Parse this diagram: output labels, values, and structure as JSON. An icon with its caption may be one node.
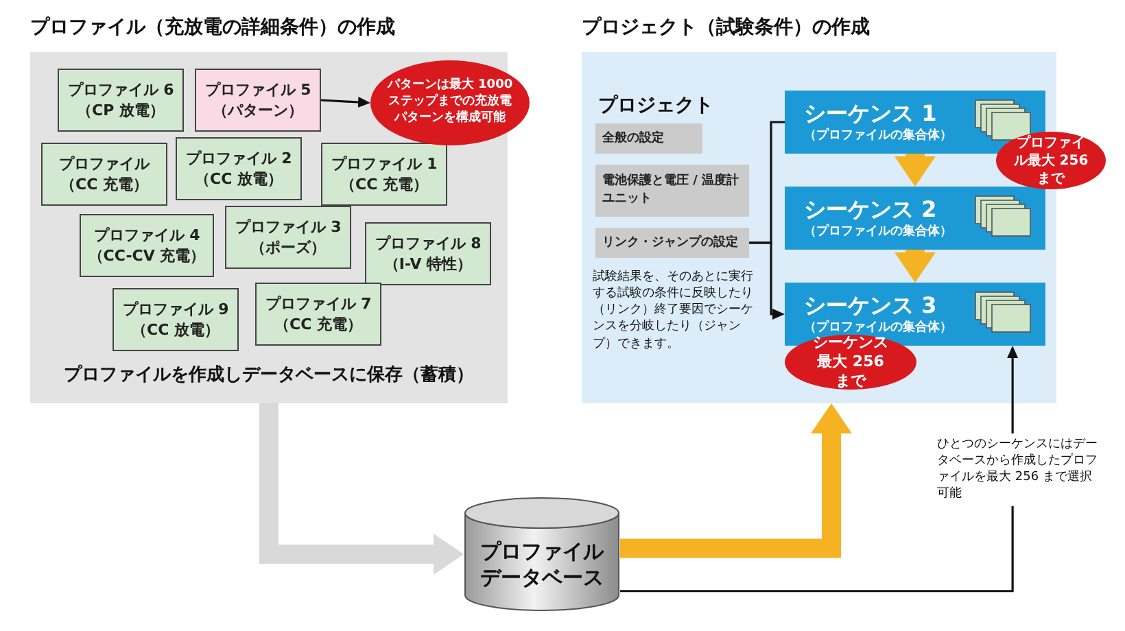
{
  "diagram": {
    "nodes": [
      {
        "text": [
          "プロファイル（充放電の詳細条件）の作成",
          "プロファイルを作成しデータベースに保存（蓄積）"
        ]
      },
      {
        "text": [
          "プロファイル 6",
          "（CP 放電）"
        ],
        "in": 0
      },
      {
        "text": [
          "プロファイル 5",
          "（パターン）"
        ],
        "in": 0
      },
      {
        "text": [
          "プロファイル 2",
          "（CC 放電）"
        ],
        "in": 0
      },
      {
        "text": [
          "プロファイル",
          "（CC 充電）"
        ],
        "in": 0
      },
      {
        "text": [
          "プロファイル 1",
          "（CC 充電）"
        ],
        "in": 0
      },
      {
        "text": [
          "プロファイル 3",
          "（ポーズ）"
        ],
        "in": 0
      },
      {
        "text": [
          "プロファイル 4",
          "（CC-CV 充電）"
        ],
        "in": 0
      },
      {
        "text": [
          "プロファイル 8",
          "（I-V 特性）"
        ],
        "in": 0
      },
      {
        "text": [
          "プロファイル 7",
          "（CC 充電）"
        ],
        "in": 0
      },
      {
        "text": [
          "プロファイル 9",
          "（CC 放電）"
        ],
        "in": 0
      },
      {
        "text": [
          "パターンは最大 1000 ステップまでの充放電パターンを構成可能"
        ]
      },
      {
        "text": [
          "プロジェクト（試験条件）の作成",
          "プロジェクト"
        ]
      },
      {
        "text": [
          "全般の設定"
        ],
        "in": 12
      },
      {
        "text": [
          "電池保護と電圧 / 温度計ユニット"
        ],
        "in": 12
      },
      {
        "text": [
          "リンク・ジャンプの設定"
        ],
        "in": 12
      },
      {
        "text": [
          "シーケンス 1",
          "（プロファイルの集合体）"
        ],
        "in": 12
      },
      {
        "text": [
          "シーケンス 2",
          "（プロファイルの集合体）"
        ],
        "in": 12
      },
      {
        "text": [
          "シーケンス 3",
          "（プロファイルの集合体）"
        ],
        "in": 12
      },
      {
        "text": [
          "プロファイル最大 256 まで"
        ]
      },
      {
        "text": [
          "シーケンス最大 256 まで"
        ],
        "in": 12
      },
      {
        "text": [
          "プロファイルデータベース"
        ]
      }
    ],
    "edges": [
      {
        "from": 2,
        "to": 11,
        "arrow": "to"
      },
      {
        "from": 0,
        "to": 21,
        "arrow": "to",
        "style": "thick",
        "color": "#d9d9d9"
      },
      {
        "from": 21,
        "to": 12,
        "arrow": "to",
        "style": "thick",
        "color": "#f5b324"
      },
      {
        "from": 21,
        "to": 18,
        "arrow": "to",
        "label": "ひとつのシーケンスにはデータベースから作成したプロファイルを最大 256 まで選択可能"
      },
      {
        "from": 16,
        "to": 17,
        "arrow": "to",
        "style": "thick",
        "color": "#f5b324"
      },
      {
        "from": 17,
        "to": 18,
        "arrow": "to",
        "style": "thick",
        "color": "#f5b324"
      },
      {
        "from": 15,
        "to": 16,
        "arrow": "none"
      },
      {
        "from": 15,
        "to": 18,
        "arrow": "to"
      }
    ],
    "labels": [
      "試験結果を、そのあとに実行する試験の条件に反映したり（リンク）終了要因でシーケンスを分岐したり（ジャンプ）できます。"
    ]
  }
}
